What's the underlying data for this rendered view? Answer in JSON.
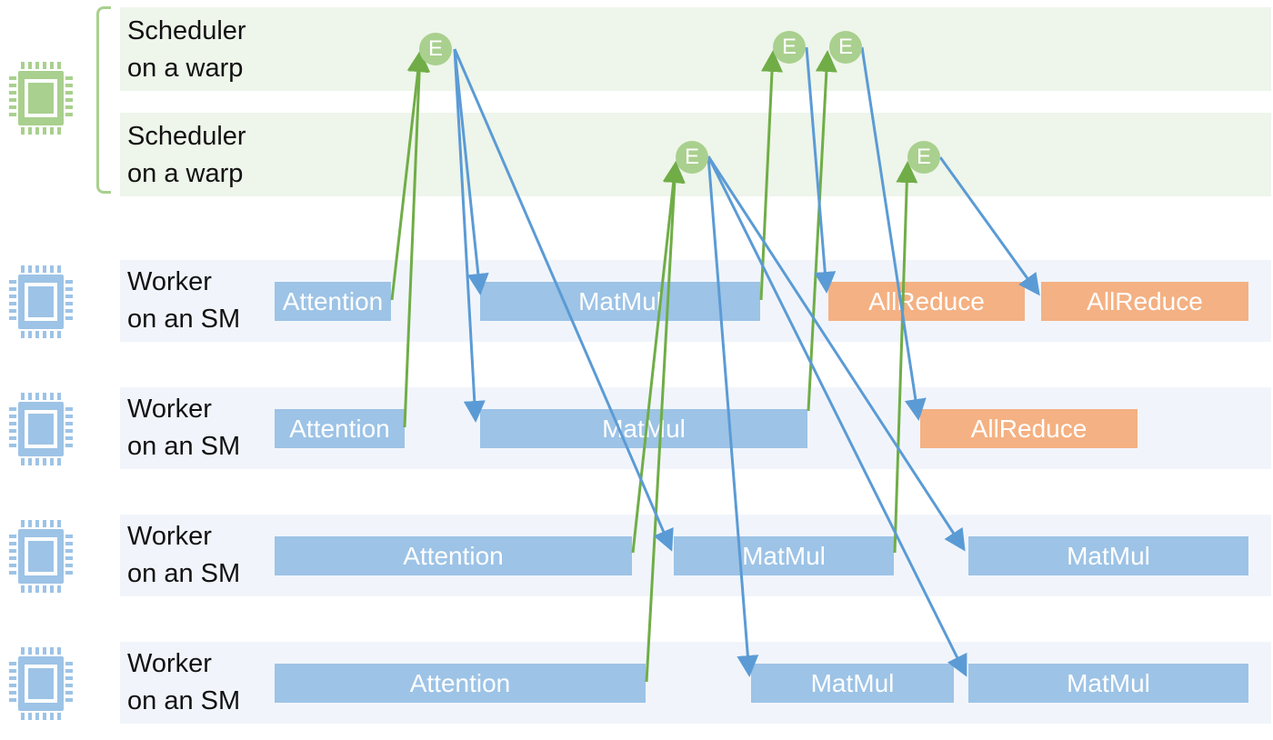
{
  "colors": {
    "scheduler_lane": "#eef5ea",
    "worker_lane": "#f1f5fb",
    "task_blue": "#9dc3e6",
    "task_orange": "#f4b183",
    "event": "#a9d08e",
    "signal_arrow": "#70ad47",
    "dispatch_arrow": "#5b9bd5",
    "chip_green": "#a9d08e",
    "chip_blue": "#9dc3e6"
  },
  "lanes": {
    "scheduler_1": {
      "label": "Scheduler\non a warp",
      "icon": "processor-chip-icon"
    },
    "scheduler_2": {
      "label": "Scheduler\non a warp",
      "icon": "processor-chip-icon"
    },
    "worker_1": {
      "label": "Worker\non an SM",
      "icon": "processor-chip-icon"
    },
    "worker_2": {
      "label": "Worker\non an SM",
      "icon": "processor-chip-icon"
    },
    "worker_3": {
      "label": "Worker\non an SM",
      "icon": "processor-chip-icon"
    },
    "worker_4": {
      "label": "Worker\non an SM",
      "icon": "processor-chip-icon"
    }
  },
  "events": {
    "label": "E"
  },
  "tasks": {
    "w1_attention": "Attention",
    "w1_matmul": "MatMul",
    "w1_allreduce_1": "AllReduce",
    "w1_allreduce_2": "AllReduce",
    "w2_attention": "Attention",
    "w2_matmul": "MatMul",
    "w2_allreduce": "AllReduce",
    "w3_attention": "Attention",
    "w3_matmul_1": "MatMul",
    "w3_matmul_2": "MatMul",
    "w4_attention": "Attention",
    "w4_matmul_1": "MatMul",
    "w4_matmul_2": "MatMul"
  }
}
